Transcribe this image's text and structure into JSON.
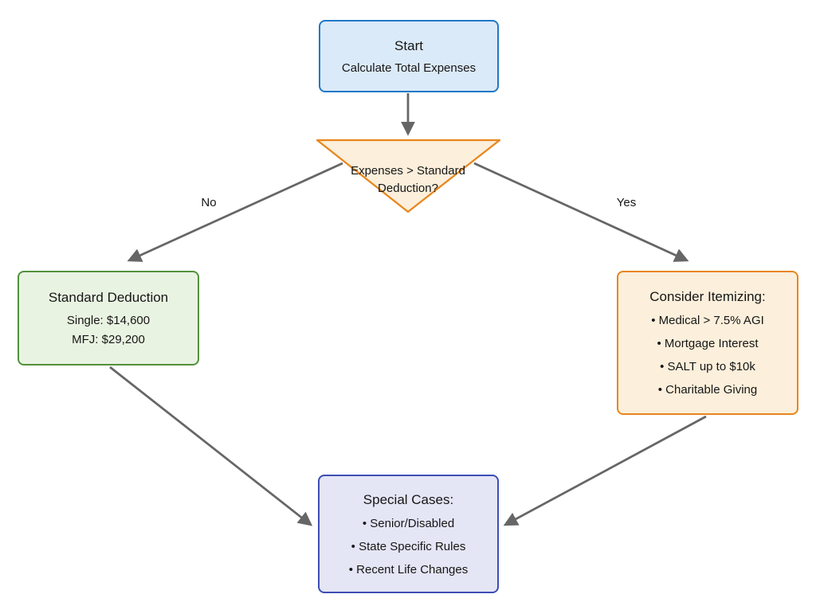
{
  "colors": {
    "start_fill": "#dbeaf8",
    "start_border": "#2078c8",
    "decision_fill": "#fcefdb",
    "decision_border": "#e8861c",
    "green_fill": "#e9f3e2",
    "green_border": "#52913c",
    "orange_fill": "#fcefdb",
    "orange_border": "#e8861c",
    "purple_fill": "#e4e5f5",
    "purple_border": "#3d4eb5",
    "arrow_color": "#666666",
    "text_color": "#161616"
  },
  "nodes": {
    "start": {
      "title": "Start",
      "subtitle": "Calculate Total Expenses"
    },
    "decision": {
      "line1": "Expenses > Standard",
      "line2": "Deduction?"
    },
    "standard_deduction": {
      "title": "Standard Deduction",
      "lines": [
        "Single: $14,600",
        "MFJ: $29,200"
      ]
    },
    "itemizing": {
      "title": "Consider Itemizing:",
      "items": [
        "• Medical > 7.5% AGI",
        "• Mortgage Interest",
        "• SALT up to $10k",
        "• Charitable Giving"
      ]
    },
    "special_cases": {
      "title": "Special Cases:",
      "items": [
        "• Senior/Disabled",
        "• State Specific Rules",
        "• Recent Life Changes"
      ]
    }
  },
  "edges": {
    "no": "No",
    "yes": "Yes"
  }
}
